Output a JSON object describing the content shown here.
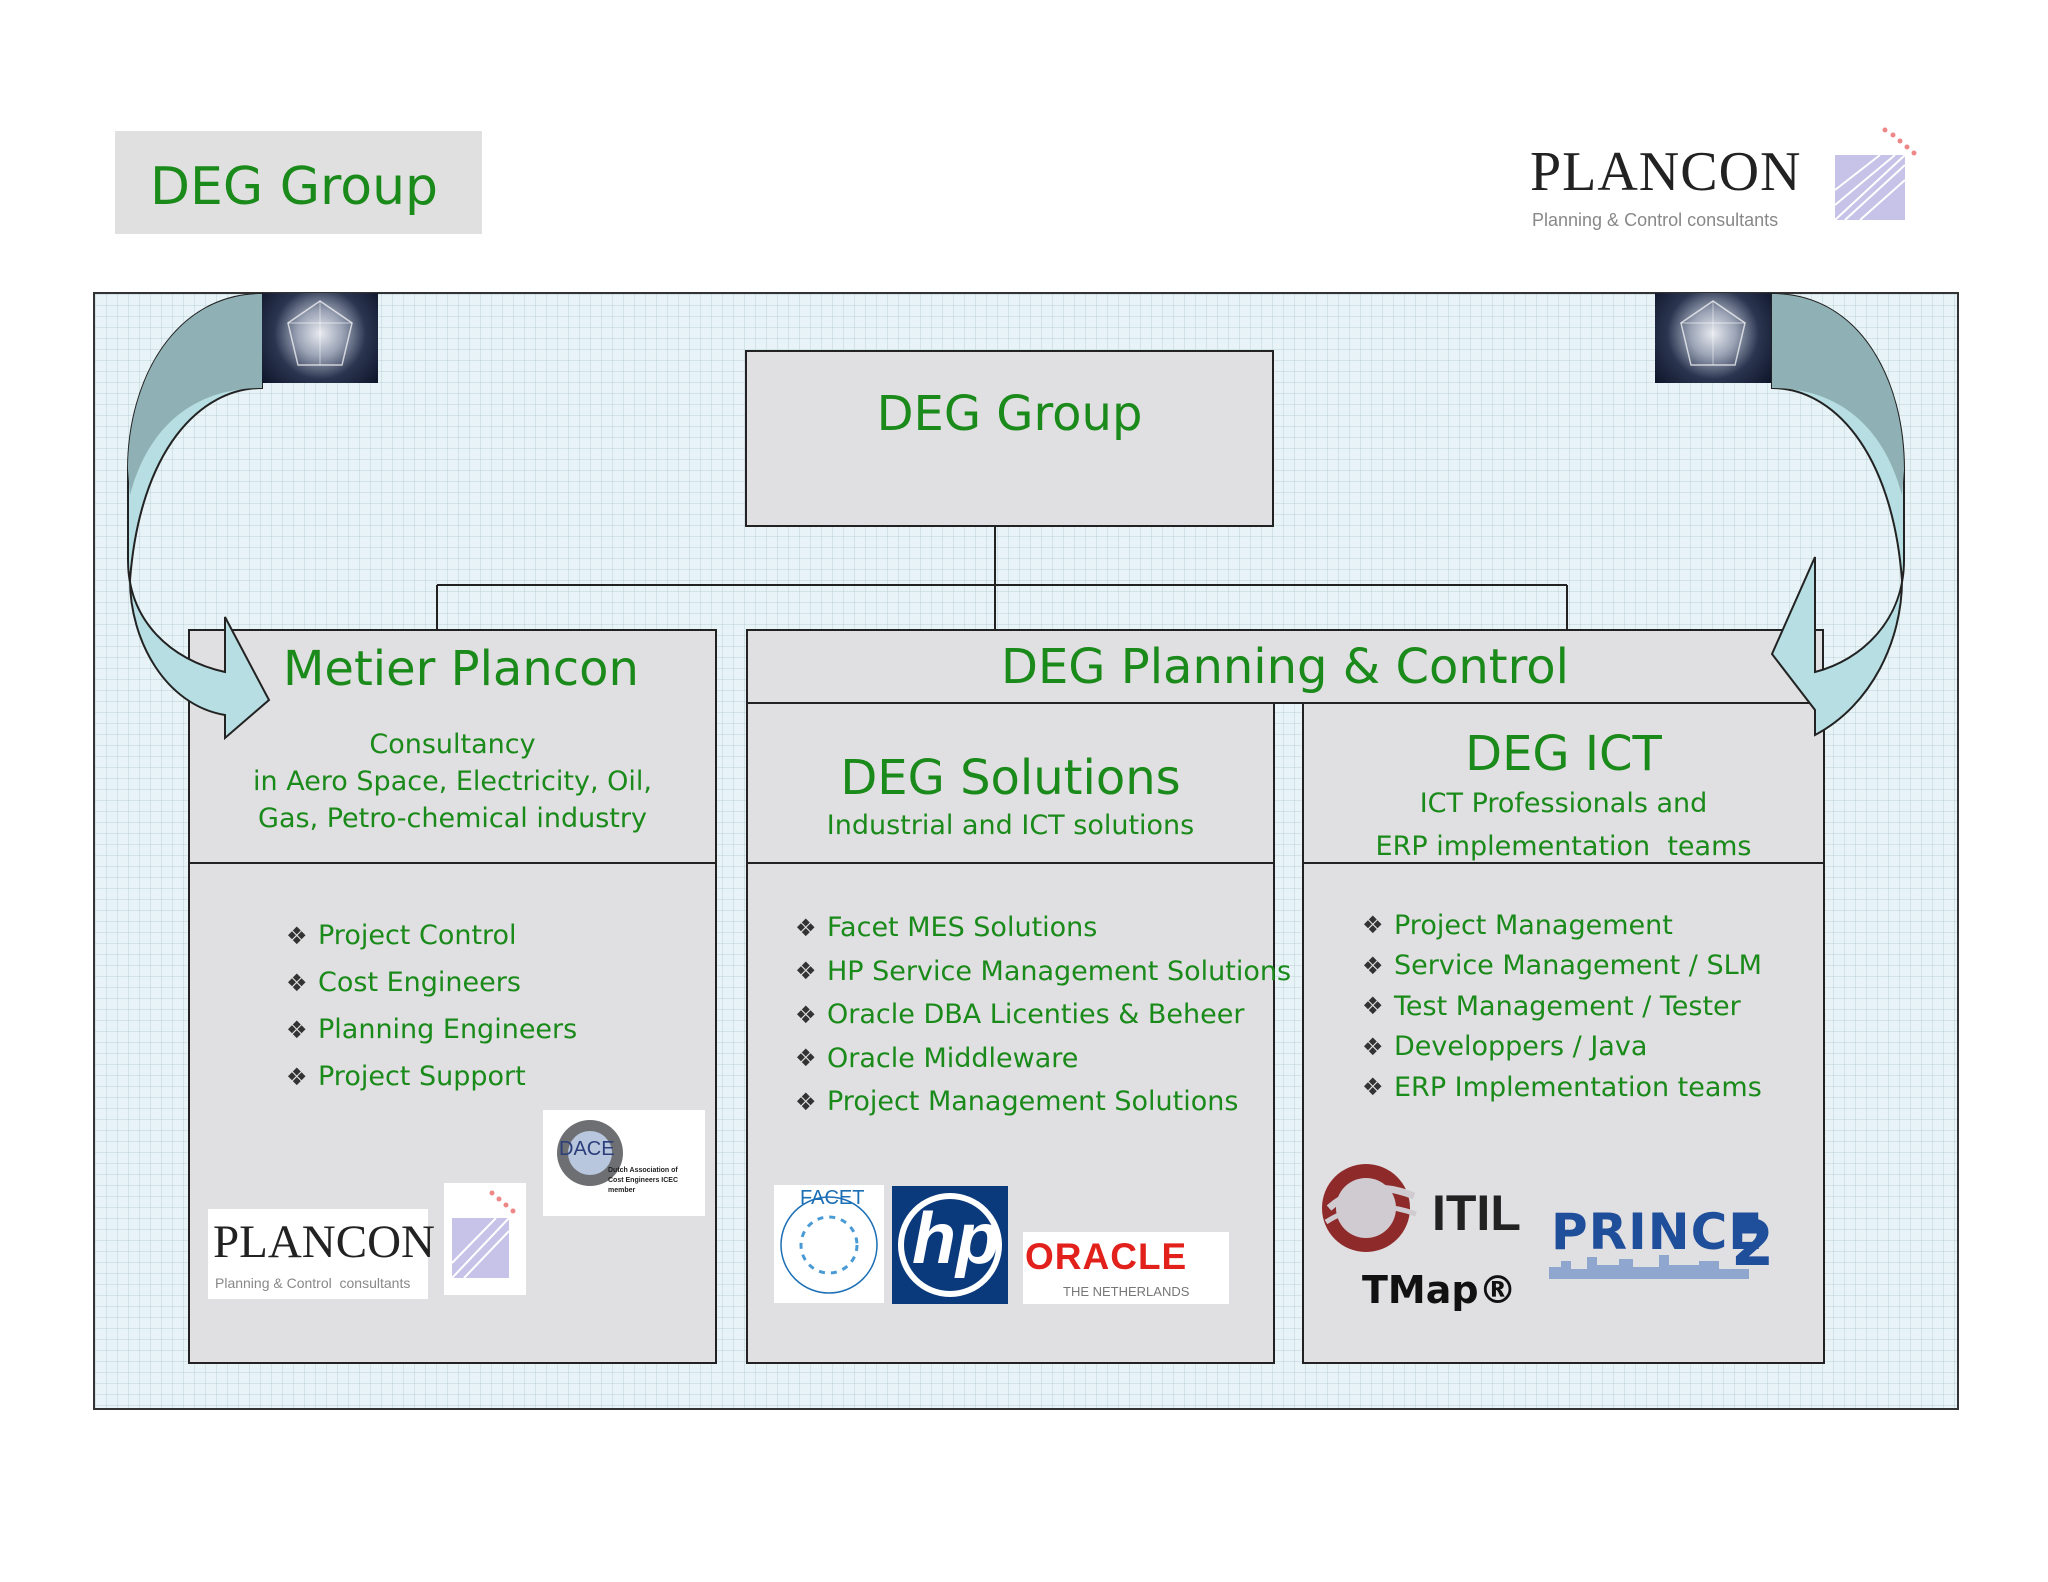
{
  "page_title": "DEG Group",
  "header_logo": {
    "name": "PLANCON",
    "tagline": "Planning & Control  consultants"
  },
  "org": {
    "root": "DEG Group",
    "metier": {
      "title": "Metier Plancon",
      "desc": [
        "Consultancy",
        "in Aero Space, Electricity, Oil,",
        "Gas, Petro-chemical industry"
      ],
      "items": [
        "Project Control",
        "Cost Engineers",
        "Planning Engineers",
        "Project Support"
      ],
      "logos": {
        "plancon": {
          "name": "PLANCON",
          "tagline": "Planning & Control  consultants"
        },
        "dace": {
          "abbr": "DACE",
          "lines": [
            "Dutch Association of",
            "Cost Engineers ICEC member"
          ]
        }
      }
    },
    "pc_header": "DEG Planning & Control",
    "solutions": {
      "title": "DEG Solutions",
      "desc": "Industrial and ICT solutions",
      "items": [
        "Facet MES Solutions",
        "HP Service Management Solutions",
        "Oracle DBA Licenties & Beheer",
        "Oracle Middleware",
        "Project Management Solutions"
      ],
      "logos": {
        "facet": "FACET",
        "hp": "hp",
        "oracle": "ORACLE",
        "oracle_sub": "THE NETHERLANDS"
      }
    },
    "ict": {
      "title": "DEG ICT",
      "desc": [
        "ICT Professionals and",
        "ERP implementation  teams"
      ],
      "items": [
        "Project Management",
        "Service Management / SLM",
        "Test Management / Tester",
        "Developpers / Java",
        "ERP Implementation teams"
      ],
      "logos": {
        "itil": "ITIL",
        "prince": "PRINCE",
        "prince_num": "2",
        "tmap": "TMap®"
      }
    }
  },
  "colors": {
    "title_green": "#1a8a1a",
    "box_gray": "#e0dfe1",
    "panel_bg": "#e7f3f6",
    "arrow_light": "#b6dee3",
    "arrow_dark": "#8fb0b4"
  }
}
